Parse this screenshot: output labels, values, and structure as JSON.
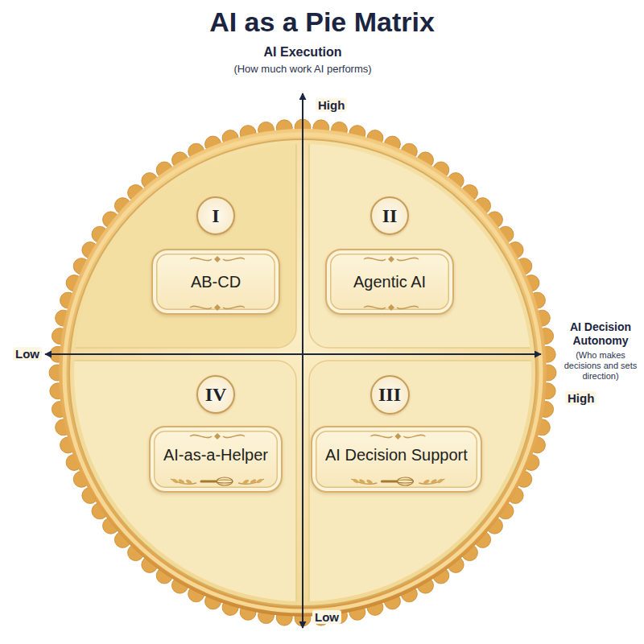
{
  "diagram": {
    "title": "AI as a Pie Matrix",
    "nodes": [
      {
        "text": [
          "I"
        ]
      },
      {
        "text": [
          "AB-CD"
        ]
      },
      {
        "text": [
          "II"
        ]
      },
      {
        "text": [
          "Agentic AI"
        ]
      },
      {
        "text": [
          "IV"
        ]
      },
      {
        "text": [
          "AI-as-a-Helper"
        ]
      },
      {
        "text": [
          "III"
        ]
      },
      {
        "text": [
          "AI Decision Support"
        ]
      }
    ],
    "labels": [
      "AI Execution",
      "(How much work AI performs)",
      "High",
      "Low",
      "AI Decision Autonomy",
      "(Who makes decisions and sets direction)",
      "High",
      "Low"
    ]
  }
}
